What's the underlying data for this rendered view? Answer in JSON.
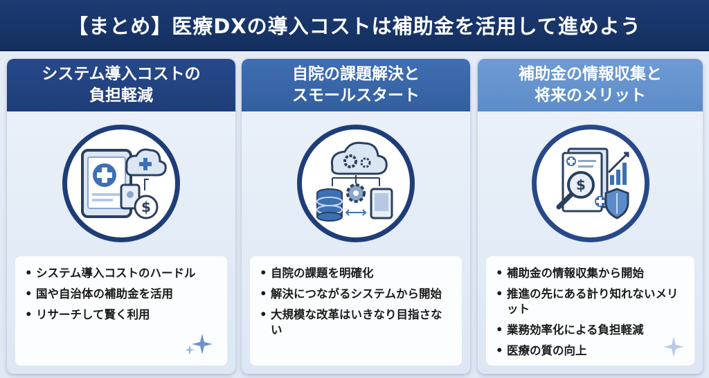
{
  "title": "【まとめ】医療DXの導入コストは補助金を活用して進めよう",
  "cards": [
    {
      "head_line1": "システム導入コストの",
      "head_line2": "負担軽減",
      "icon": "tablet-cloud-dollar-icon",
      "bullets": [
        "システム導入コストのハードル",
        "国や自治体の補助金を活用",
        "リサーチして賢く利用"
      ]
    },
    {
      "head_line1": "自院の課題解決と",
      "head_line2": "スモールスタート",
      "icon": "cloud-gear-database-icon",
      "bullets": [
        "自院の課題を明確化",
        "解決につながるシステムから開始",
        "大規模な改革はいきなり目指さない"
      ]
    },
    {
      "head_line1": "補助金の情報収集と",
      "head_line2": "将来のメリット",
      "icon": "document-magnifier-chart-icon",
      "bullets": [
        "補助金の情報収集から開始",
        "推進の先にある計り知れないメリット",
        "業務効率化による負担軽減",
        "医療の質の向上"
      ]
    }
  ]
}
